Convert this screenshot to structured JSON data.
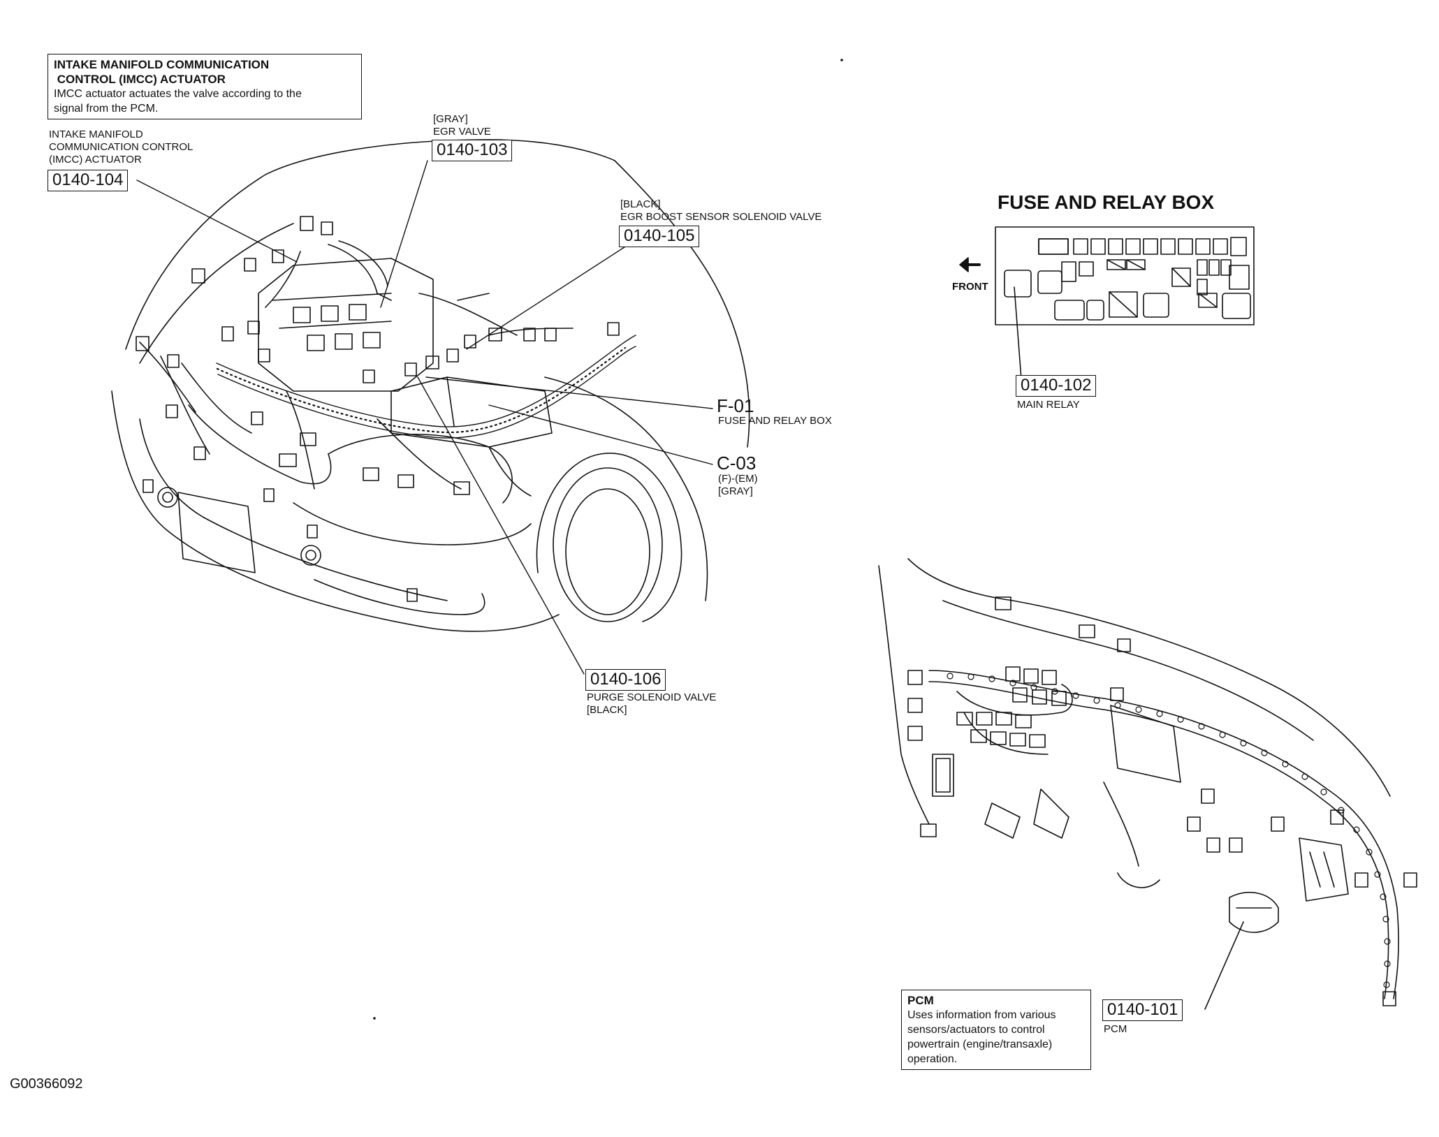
{
  "imcc_box": {
    "heading": "INTAKE MANIFOLD COMMUNICATION\n CONTROL (IMCC) ACTUATOR",
    "body": "IMCC actuator actuates the valve according to the\nsignal from the PCM."
  },
  "labels": {
    "imcc": {
      "name": "INTAKE MANIFOLD\nCOMMUNICATION CONTROL\n(IMCC) ACTUATOR",
      "code": "0140-104"
    },
    "egr_valve": {
      "color": "[GRAY]",
      "name": "EGR VALVE",
      "code": "0140-103"
    },
    "egr_boost": {
      "color": "[BLACK]",
      "name": "EGR BOOST SENSOR SOLENOID VALVE",
      "code": "0140-105"
    },
    "fuse_box": {
      "code": "F-01",
      "name": "FUSE AND RELAY BOX"
    },
    "connector": {
      "code": "C-03",
      "name": "(F)-(EM)",
      "color": "[GRAY]"
    },
    "purge": {
      "code": "0140-106",
      "name": "PURGE SOLENOID VALVE",
      "color": "[BLACK]"
    },
    "main_relay": {
      "code": "0140-102",
      "name": "MAIN RELAY"
    },
    "pcm": {
      "code": "0140-101",
      "name": "PCM"
    }
  },
  "fuse_relay": {
    "title": "FUSE AND RELAY BOX",
    "front": "FRONT"
  },
  "pcm_box": {
    "heading": "PCM",
    "body": "Uses information from various\nsensors/actuators to control\npowertrain (engine/transaxle)\noperation."
  },
  "figure_id": "G00366092"
}
